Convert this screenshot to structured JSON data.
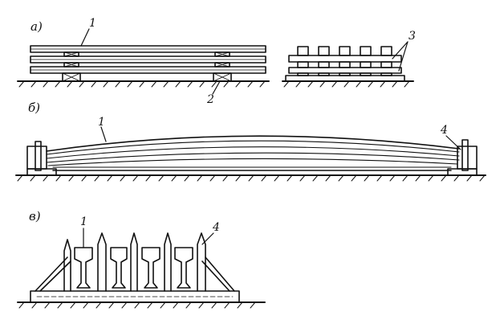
{
  "panels": {
    "a": {
      "label": "а)",
      "callouts": [
        "1",
        "2",
        "3"
      ]
    },
    "b": {
      "label": "б)",
      "callouts": [
        "1",
        "4"
      ]
    },
    "c": {
      "label": "в)",
      "callouts": [
        "1",
        "4"
      ]
    }
  },
  "colors": {
    "ink": "#111111",
    "paper": "#ffffff"
  }
}
